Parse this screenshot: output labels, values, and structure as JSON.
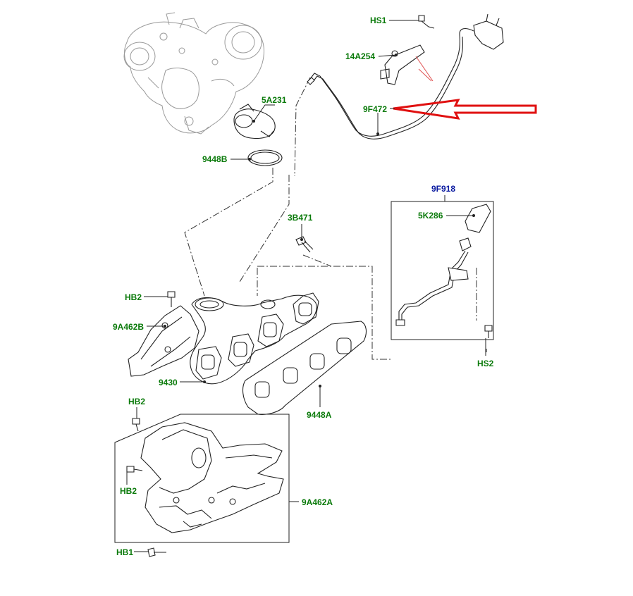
{
  "labels": {
    "hs1": "HS1",
    "p14a254": "14A254",
    "p9f472": "9F472",
    "p5a231": "5A231",
    "p9448b": "9448B",
    "p3b471": "3B471",
    "p9f918": "9F918",
    "p5k286": "5K286",
    "hb2_top": "HB2",
    "p9a462b": "9A462B",
    "p9430": "9430",
    "p9448a": "9448A",
    "hs2": "HS2",
    "hb2_mid": "HB2",
    "hb2_low": "HB2",
    "p9a462a": "9A462A",
    "hb1": "HB1"
  },
  "colors": {
    "label_green": "#0a7a0a",
    "label_blue": "#0a1aa0",
    "highlight_arrow": "#e01010"
  }
}
